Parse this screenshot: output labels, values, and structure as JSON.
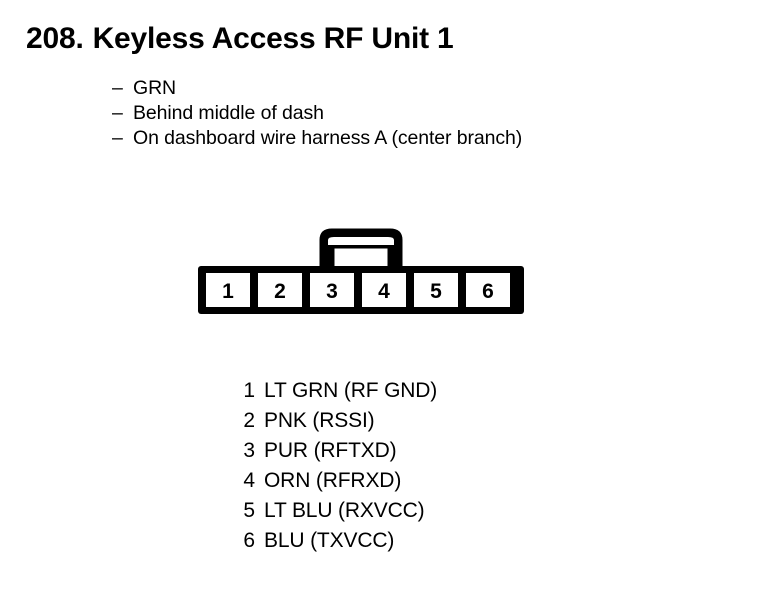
{
  "title": {
    "number": "208.",
    "text": "Keyless Access RF Unit 1"
  },
  "bullets": [
    {
      "dash": "–",
      "text": "GRN"
    },
    {
      "dash": "–",
      "text": "Behind middle of dash"
    },
    {
      "dash": "–",
      "text": "On dashboard wire harness A (center branch)"
    }
  ],
  "connector": {
    "name": "6-pin connector",
    "latch": "connector-latch-tab",
    "pin_count": 6,
    "pins": [
      "1",
      "2",
      "3",
      "4",
      "5",
      "6"
    ],
    "line_color": "#000000",
    "fill_color": "#ffffff"
  },
  "pin_legend": [
    {
      "num": "1",
      "label": "LT GRN (RF GND)"
    },
    {
      "num": "2",
      "label": "PNK (RSSI)"
    },
    {
      "num": "3",
      "label": "PUR (RFTXD)"
    },
    {
      "num": "4",
      "label": "ORN (RFRXD)"
    },
    {
      "num": "5",
      "label": "LT BLU (RXVCC)"
    },
    {
      "num": "6",
      "label": "BLU (TXVCC)"
    }
  ]
}
